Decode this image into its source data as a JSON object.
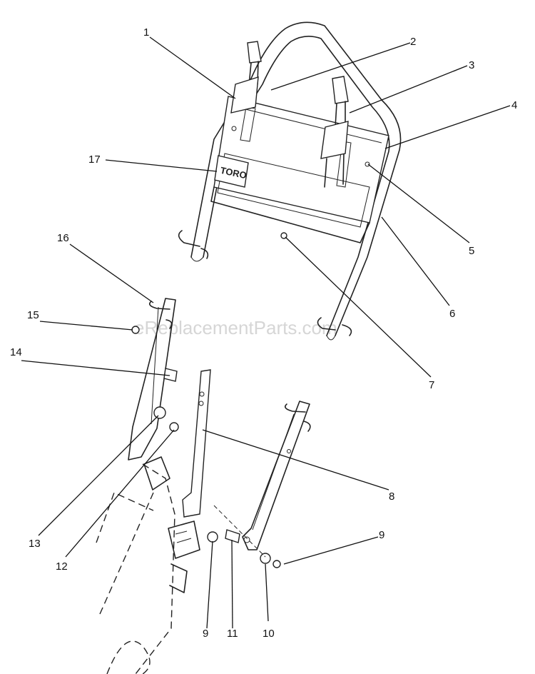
{
  "watermark": "eReplacementParts.com",
  "logo": "TORO",
  "callouts": {
    "c1": "1",
    "c2": "2",
    "c3": "3",
    "c4": "4",
    "c5": "5",
    "c6": "6",
    "c7": "7",
    "c8": "8",
    "c9a": "9",
    "c9b": "9",
    "c10": "10",
    "c11": "11",
    "c12": "12",
    "c13": "13",
    "c14": "14",
    "c15": "15",
    "c16": "16",
    "c17": "17"
  }
}
